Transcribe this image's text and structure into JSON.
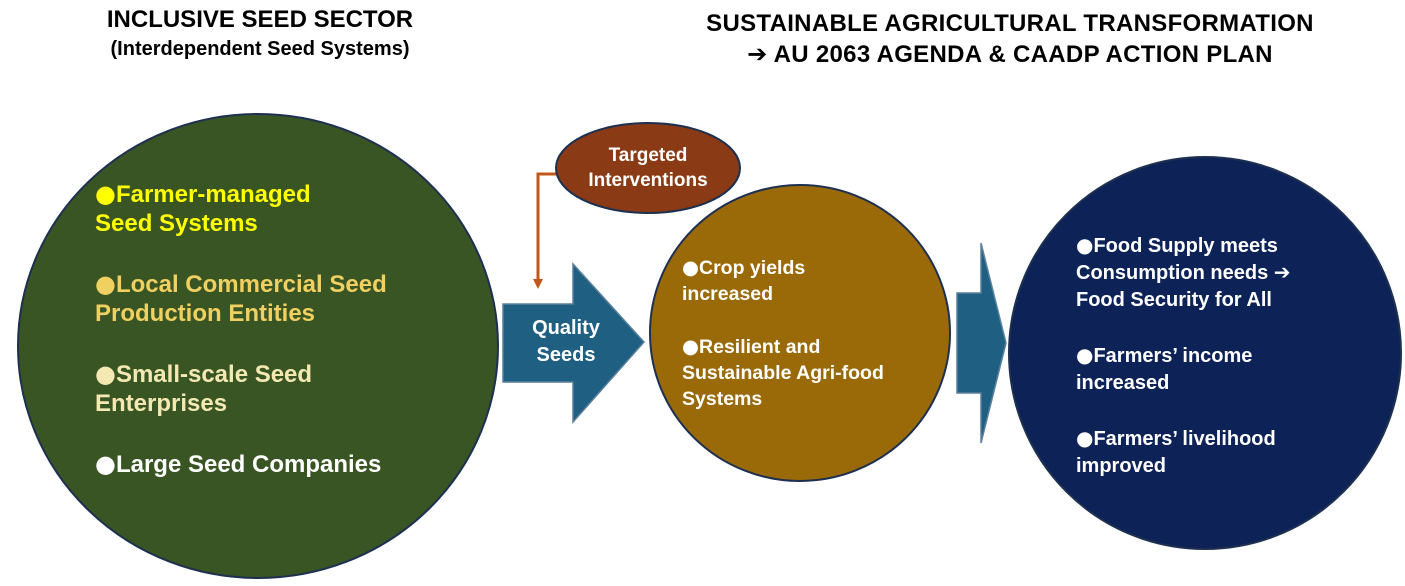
{
  "headings": {
    "left_title": "INCLUSIVE SEED SECTOR",
    "left_subtitle": "(Interdependent Seed Systems)",
    "right_line1": "SUSTAINABLE AGRICULTURAL TRANSFORMATION",
    "right_line2": "➔ AU 2063 AGENDA & CAADP ACTION PLAN"
  },
  "colors": {
    "left_circle": "#3a5524",
    "mid_circle": "#9a6a08",
    "right_circle": "#0d2257",
    "arrow_fill": "#1f5f82",
    "oval_fill": "#8a3a14",
    "connector": "#c0581c",
    "yellow_text": "#ffff00",
    "gold_text": "#f0d060",
    "cream_text": "#f4e9b2"
  },
  "left_circle": {
    "items": [
      {
        "dot": "●",
        "line1": "Farmer-managed",
        "line2": "Seed Systems",
        "color": "#ffff00"
      },
      {
        "dot": "●",
        "line1": "Local Commercial Seed",
        "line2": "Production Entities",
        "color": "#f0d060"
      },
      {
        "dot": "●",
        "line1": "Small-scale Seed",
        "line2": "Enterprises",
        "color": "#f4e9b2"
      },
      {
        "dot": "●",
        "line1": "Large Seed Companies",
        "line2": "",
        "color": "#ffffff"
      }
    ]
  },
  "quality_arrow": {
    "line1": "Quality",
    "line2": "Seeds"
  },
  "targeted_oval": {
    "line1": "Targeted",
    "line2": "Interventions"
  },
  "mid_circle": {
    "items": [
      {
        "dot": "●",
        "line1": "Crop yields",
        "line2": "increased"
      },
      {
        "dot": "●",
        "line1": "Resilient and",
        "line2": "Sustainable Agri-food",
        "line3": "Systems"
      }
    ]
  },
  "right_circle": {
    "items": [
      {
        "dot": "●",
        "line1": "Food Supply meets",
        "line2": "Consumption needs ➔",
        "line3": "Food Security for All"
      },
      {
        "dot": "●",
        "line1": "Farmers’ income",
        "line2": "increased"
      },
      {
        "dot": "●",
        "line1": "Farmers’ livelihood",
        "line2": "improved"
      }
    ]
  }
}
